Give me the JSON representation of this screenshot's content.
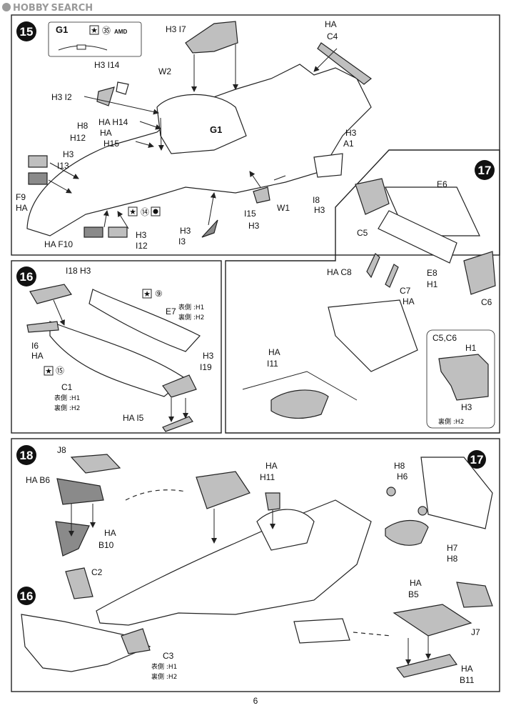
{
  "watermark": {
    "brand": "HOBBY",
    "rest": "SEARCH"
  },
  "page_number": "6",
  "icons": {
    "star": "star-icon",
    "color": "color-swatch-icon"
  },
  "step15": {
    "number": "15",
    "inset": {
      "label": "G1",
      "color_no": "㉟",
      "text": "AMD"
    },
    "labels": {
      "I7": "H3 I7",
      "I14": "H3 I14",
      "W2": "W2",
      "I2": "H3 I2",
      "H14": "HA H14",
      "H12a": "H8",
      "H12b": "H12",
      "H15a": "HA",
      "H15b": "H15",
      "G1": "G1",
      "I13a": "H3",
      "I13b": "I13",
      "F9a": "F9",
      "F9b": "HA",
      "F10": "HA F10",
      "I12a": "H3",
      "I12b": "I12",
      "I3a": "H3",
      "I3b": "I3",
      "I15a": "I15",
      "I15b": "H3",
      "W1": "W1",
      "I8a": "I8",
      "I8b": "H3",
      "A1a": "H3",
      "A1b": "A1",
      "C4a": "HA",
      "C4b": "C4",
      "color14": "⑭"
    }
  },
  "step16": {
    "number": "16",
    "labels": {
      "I18": "I18 H3",
      "color9": "⑨",
      "E7": "E7",
      "E7_front": "表側 :H1",
      "E7_back": "裏側 :H2",
      "I6a": "I6",
      "I6b": "HA",
      "color15": "⑮",
      "C1": "C1",
      "C1_front": "表側 :H1",
      "C1_back": "裏側 :H2",
      "I19a": "H3",
      "I19b": "I19",
      "I5": "HA I5"
    }
  },
  "step17": {
    "number": "17",
    "labels": {
      "E6": "E6",
      "C5": "C5",
      "C8": "HA C8",
      "C7a": "C7",
      "C7b": "HA",
      "E8a": "E8",
      "E8b": "H1",
      "C6": "C6",
      "I11a": "HA",
      "I11b": "I11"
    },
    "detail": {
      "title": "C5,C6",
      "top": "H1",
      "mid": "H3",
      "bottom": "裏側 :H2"
    }
  },
  "step18": {
    "number": "18",
    "ref": "17",
    "ref16": "16",
    "labels": {
      "J8": "J8",
      "B6": "HA B6",
      "B10a": "HA",
      "B10b": "B10",
      "C2": "C2",
      "H11a": "HA",
      "H11b": "H11",
      "H6a": "H8",
      "H6b": "H6",
      "H7a": "H7",
      "H7b": "H8",
      "C3": "C3",
      "C3_front": "表側 :H1",
      "C3_back": "裏側 :H2",
      "B5a": "HA",
      "B5b": "B5",
      "J7": "J7",
      "B11a": "HA",
      "B11b": "B11"
    }
  }
}
